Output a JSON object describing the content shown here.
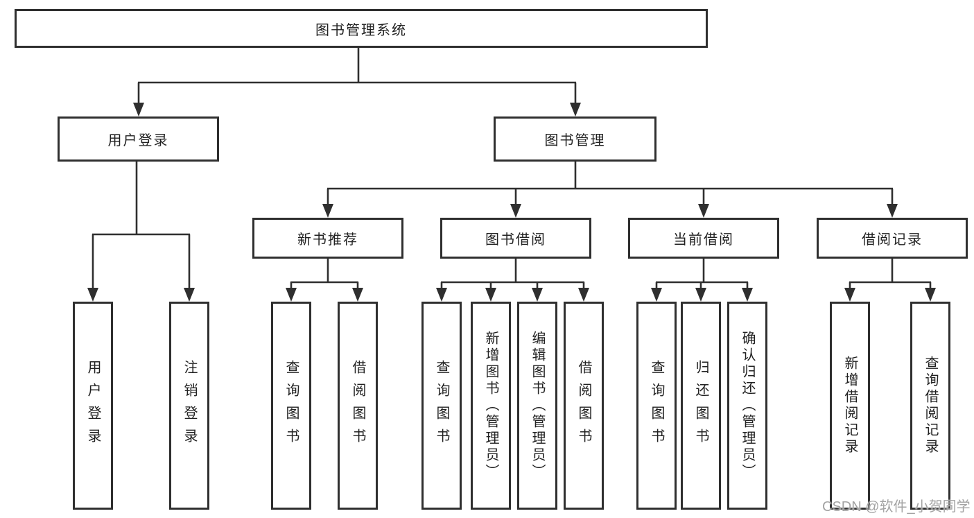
{
  "diagram_type": "hierarchy-tree",
  "colors": {
    "background": "#ffffff",
    "line": "#2f2f2f",
    "box_border": "#2f2f2f",
    "text": "#212121",
    "watermark": "#a3a3a3"
  },
  "tree": {
    "root": {
      "label": "图书管理系统",
      "children": [
        {
          "label": "用户登录",
          "children": [
            {
              "label": "用户登录"
            },
            {
              "label": "注销登录"
            }
          ]
        },
        {
          "label": "图书管理",
          "children": [
            {
              "label": "新书推荐",
              "children": [
                {
                  "label": "查询图书"
                },
                {
                  "label": "借阅图书"
                }
              ]
            },
            {
              "label": "图书借阅",
              "children": [
                {
                  "label": "查询图书"
                },
                {
                  "label": "新增图书（管理员）"
                },
                {
                  "label": "编辑图书（管理员）"
                },
                {
                  "label": "借阅图书"
                }
              ]
            },
            {
              "label": "当前借阅",
              "children": [
                {
                  "label": "查询图书"
                },
                {
                  "label": "归还图书"
                },
                {
                  "label": "确认归还（管理员）"
                }
              ]
            },
            {
              "label": "借阅记录",
              "children": [
                {
                  "label": "新增借阅记录"
                },
                {
                  "label": "查询借阅记录"
                }
              ]
            }
          ]
        }
      ]
    }
  },
  "watermark": {
    "text": "CSDN @软件_小贺同学"
  }
}
